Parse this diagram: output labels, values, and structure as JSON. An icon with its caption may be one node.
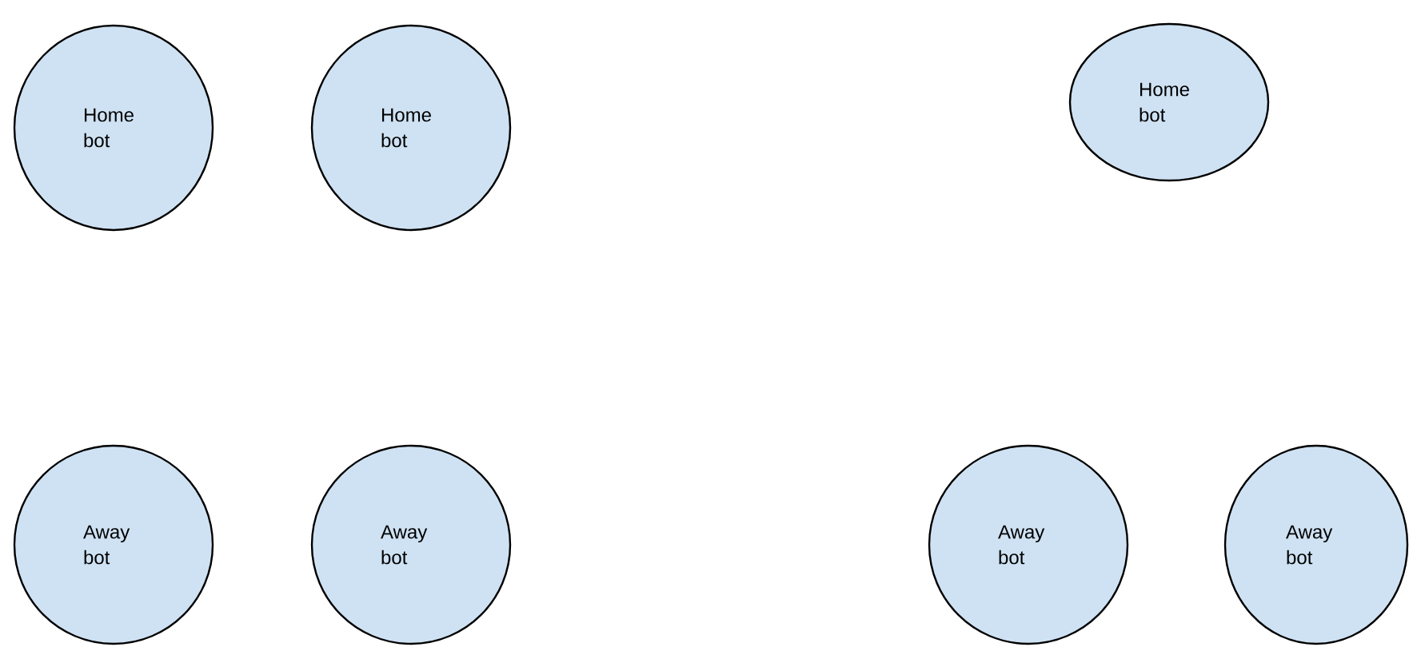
{
  "diagram": {
    "nodes": [
      {
        "text": [
          "Home bot"
        ]
      },
      {
        "text": [
          "Home bot"
        ]
      },
      {
        "text": [
          "Home bot"
        ]
      },
      {
        "text": [
          "Away bot"
        ]
      },
      {
        "text": [
          "Away bot"
        ]
      },
      {
        "text": [
          "Away bot"
        ]
      },
      {
        "text": [
          "Away bot"
        ]
      }
    ]
  }
}
